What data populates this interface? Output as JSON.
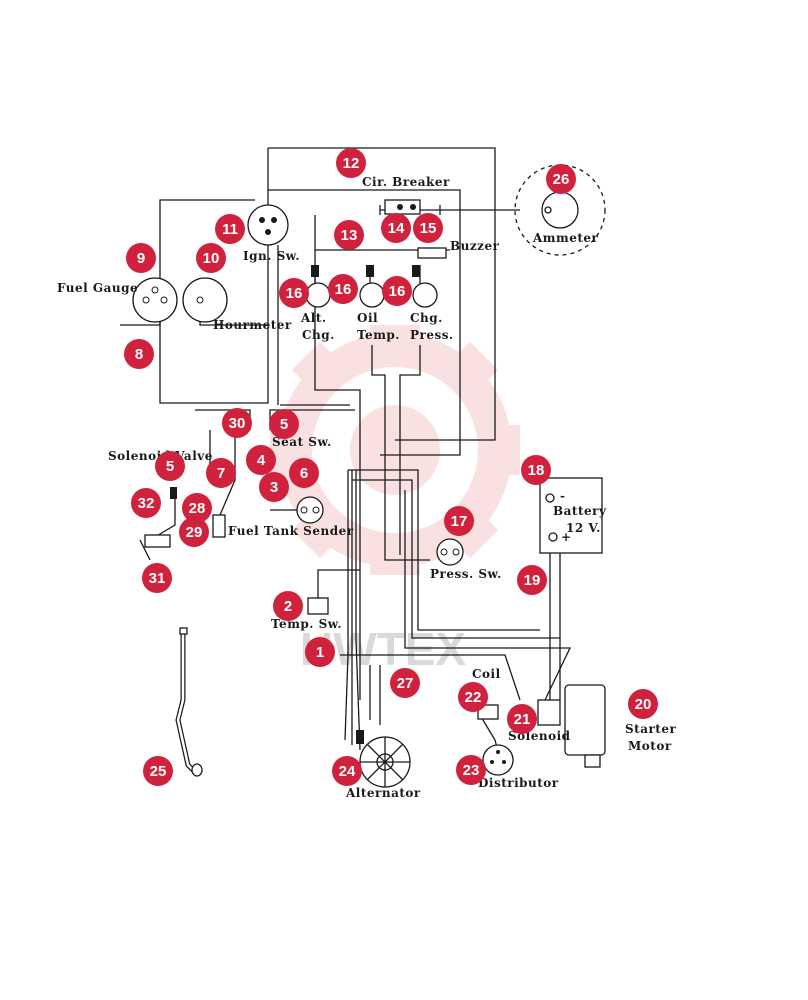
{
  "labels": {
    "cir_breaker": "Cir. Breaker",
    "ammeter": "Ammeter",
    "buzzer": "Buzzer",
    "ign_sw": "Ign. Sw.",
    "fuel_gauge": "Fuel Gauge",
    "hourmeter": "Hourmeter",
    "alt_chg_1": "Alt.",
    "alt_chg_2": "Chg.",
    "oil_temp_1": "Oil",
    "oil_temp_2": "Temp.",
    "chg_press_1": "Chg.",
    "chg_press_2": "Press.",
    "seat_sw": "Seat Sw.",
    "solenoid_valve": "Solenoid Valve",
    "fuel_tank_sender": "Fuel Tank Sender",
    "battery": "Battery",
    "battery_volt": "12 V.",
    "battery_neg": "-",
    "battery_pos": "+",
    "press_sw": "Press. Sw.",
    "temp_sw": "Temp. Sw.",
    "coil": "Coil",
    "solenoid": "Solenoid",
    "starter_motor_1": "Starter",
    "starter_motor_2": "Motor",
    "distributor": "Distributor",
    "alternator": "Alternator",
    "watermark": "HWTEX"
  },
  "callouts": [
    {
      "id": "c1",
      "text": "1"
    },
    {
      "id": "c2",
      "text": "2"
    },
    {
      "id": "c3",
      "text": "3"
    },
    {
      "id": "c4",
      "text": "4"
    },
    {
      "id": "c5a",
      "text": "5"
    },
    {
      "id": "c5b",
      "text": "5"
    },
    {
      "id": "c6",
      "text": "6"
    },
    {
      "id": "c7",
      "text": "7"
    },
    {
      "id": "c8",
      "text": "8"
    },
    {
      "id": "c9",
      "text": "9"
    },
    {
      "id": "c10",
      "text": "10"
    },
    {
      "id": "c11",
      "text": "11"
    },
    {
      "id": "c12",
      "text": "12"
    },
    {
      "id": "c13",
      "text": "13"
    },
    {
      "id": "c14",
      "text": "14"
    },
    {
      "id": "c15",
      "text": "15"
    },
    {
      "id": "c16a",
      "text": "16"
    },
    {
      "id": "c16b",
      "text": "16"
    },
    {
      "id": "c16c",
      "text": "16"
    },
    {
      "id": "c17",
      "text": "17"
    },
    {
      "id": "c18",
      "text": "18"
    },
    {
      "id": "c19",
      "text": "19"
    },
    {
      "id": "c20",
      "text": "20"
    },
    {
      "id": "c21",
      "text": "21"
    },
    {
      "id": "c22",
      "text": "22"
    },
    {
      "id": "c23",
      "text": "23"
    },
    {
      "id": "c24",
      "text": "24"
    },
    {
      "id": "c25",
      "text": "25"
    },
    {
      "id": "c26",
      "text": "26"
    },
    {
      "id": "c27",
      "text": "27"
    },
    {
      "id": "c28",
      "text": "28"
    },
    {
      "id": "c29",
      "text": "29"
    },
    {
      "id": "c30",
      "text": "30"
    },
    {
      "id": "c31",
      "text": "31"
    },
    {
      "id": "c32",
      "text": "32"
    }
  ],
  "colors": {
    "callout": "#d1223d",
    "line": "#1a1a1a",
    "watermark_gear": "#f7c9c9",
    "watermark_text": "#d9d9d9"
  }
}
